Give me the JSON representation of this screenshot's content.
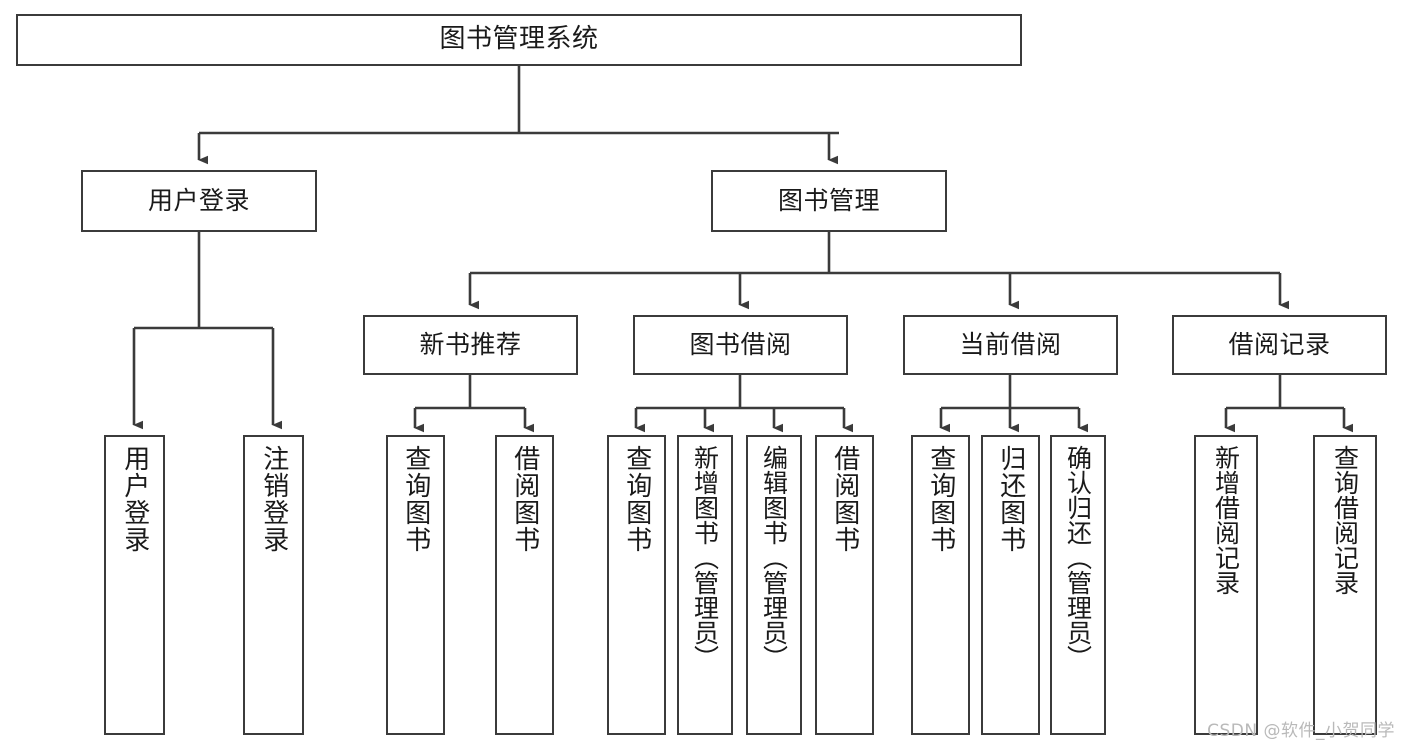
{
  "diagram": {
    "type": "hierarchical-tree",
    "title": "图书管理系统",
    "root": {
      "id": "root",
      "label": "图书管理系统",
      "orientation": "horizontal"
    },
    "level2": [
      {
        "id": "user-login",
        "label": "用户登录",
        "orientation": "horizontal"
      },
      {
        "id": "book-management",
        "label": "图书管理",
        "orientation": "horizontal"
      }
    ],
    "level3": [
      {
        "id": "new-book-recommend",
        "label": "新书推荐",
        "orientation": "horizontal",
        "parent": "book-management"
      },
      {
        "id": "book-borrow",
        "label": "图书借阅",
        "orientation": "horizontal",
        "parent": "book-management"
      },
      {
        "id": "current-borrow",
        "label": "当前借阅",
        "orientation": "horizontal",
        "parent": "book-management"
      },
      {
        "id": "borrow-record",
        "label": "借阅记录",
        "orientation": "horizontal",
        "parent": "book-management"
      }
    ],
    "leaves": [
      {
        "id": "leaf-user-login",
        "label": "用户登录",
        "parent": "user-login"
      },
      {
        "id": "leaf-logout-login",
        "label": "注销登录",
        "parent": "user-login"
      },
      {
        "id": "leaf-query-book-1",
        "label": "查询图书",
        "parent": "new-book-recommend"
      },
      {
        "id": "leaf-borrow-book-1",
        "label": "借阅图书",
        "parent": "new-book-recommend"
      },
      {
        "id": "leaf-query-book-2",
        "label": "查询图书",
        "parent": "book-borrow"
      },
      {
        "id": "leaf-add-book",
        "label": "新增图书（管理员）",
        "parent": "book-borrow"
      },
      {
        "id": "leaf-edit-book",
        "label": "编辑图书（管理员）",
        "parent": "book-borrow"
      },
      {
        "id": "leaf-borrow-book-2",
        "label": "借阅图书",
        "parent": "book-borrow"
      },
      {
        "id": "leaf-query-book-3",
        "label": "查询图书",
        "parent": "current-borrow"
      },
      {
        "id": "leaf-return-book",
        "label": "归还图书",
        "parent": "current-borrow"
      },
      {
        "id": "leaf-confirm-return",
        "label": "确认归还（管理员）",
        "parent": "current-borrow"
      },
      {
        "id": "leaf-add-record",
        "label": "新增借阅记录",
        "parent": "borrow-record"
      },
      {
        "id": "leaf-query-record",
        "label": "查询借阅记录",
        "parent": "borrow-record"
      }
    ],
    "colors": {
      "box_border": "#3b3b3b",
      "connector": "#3b3b3b",
      "background": "#ffffff",
      "text": "#1a1a1a",
      "watermark": "#b9b9b9"
    }
  },
  "watermark": {
    "text": "CSDN @软件_小贺同学"
  }
}
